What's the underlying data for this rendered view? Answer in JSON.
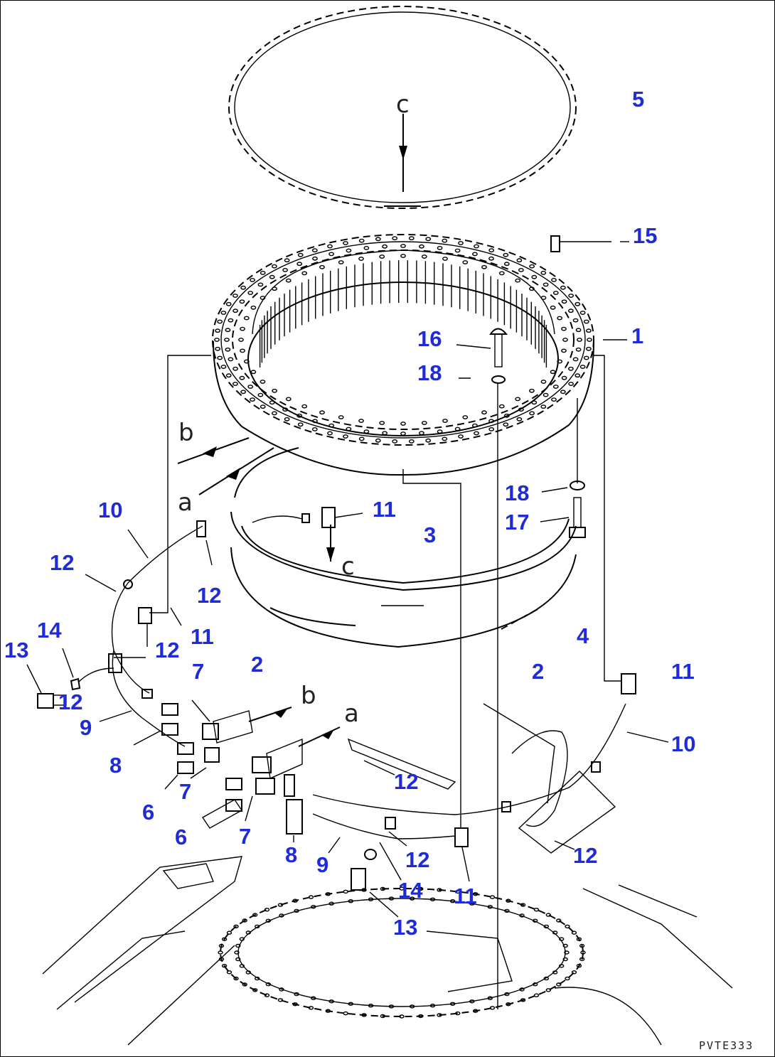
{
  "diagram": {
    "drawing_code": "PVTE333",
    "callouts": [
      {
        "id": "c5",
        "text": "5"
      },
      {
        "id": "c15",
        "text": "15"
      },
      {
        "id": "c1",
        "text": "1"
      },
      {
        "id": "c16",
        "text": "16"
      },
      {
        "id": "c18a",
        "text": "18"
      },
      {
        "id": "c18b",
        "text": "18"
      },
      {
        "id": "c17",
        "text": "17"
      },
      {
        "id": "c10a",
        "text": "10"
      },
      {
        "id": "c11a",
        "text": "11"
      },
      {
        "id": "c3",
        "text": "3"
      },
      {
        "id": "c12a",
        "text": "12"
      },
      {
        "id": "c12b",
        "text": "12"
      },
      {
        "id": "c11b",
        "text": "11"
      },
      {
        "id": "c12c",
        "text": "12"
      },
      {
        "id": "c14a",
        "text": "14"
      },
      {
        "id": "c13a",
        "text": "13"
      },
      {
        "id": "c12d",
        "text": "12"
      },
      {
        "id": "c2a",
        "text": "2"
      },
      {
        "id": "c4",
        "text": "4"
      },
      {
        "id": "c2b",
        "text": "2"
      },
      {
        "id": "c7a",
        "text": "7"
      },
      {
        "id": "c11c",
        "text": "11"
      },
      {
        "id": "c9a",
        "text": "9"
      },
      {
        "id": "c10b",
        "text": "10"
      },
      {
        "id": "c8a",
        "text": "8"
      },
      {
        "id": "c7b",
        "text": "7"
      },
      {
        "id": "c12e",
        "text": "12"
      },
      {
        "id": "c6a",
        "text": "6"
      },
      {
        "id": "c6b",
        "text": "6"
      },
      {
        "id": "c7c",
        "text": "7"
      },
      {
        "id": "c8b",
        "text": "8"
      },
      {
        "id": "c9b",
        "text": "9"
      },
      {
        "id": "c12f",
        "text": "12"
      },
      {
        "id": "c12g",
        "text": "12"
      },
      {
        "id": "c14b",
        "text": "14"
      },
      {
        "id": "c11d",
        "text": "11"
      },
      {
        "id": "c13b",
        "text": "13"
      }
    ],
    "view_letters": [
      {
        "id": "lc_top",
        "text": "c"
      },
      {
        "id": "lb_left",
        "text": "b"
      },
      {
        "id": "la_left",
        "text": "a"
      },
      {
        "id": "lc_mid",
        "text": "c"
      },
      {
        "id": "lb_low",
        "text": "b"
      },
      {
        "id": "la_low",
        "text": "a"
      }
    ]
  }
}
